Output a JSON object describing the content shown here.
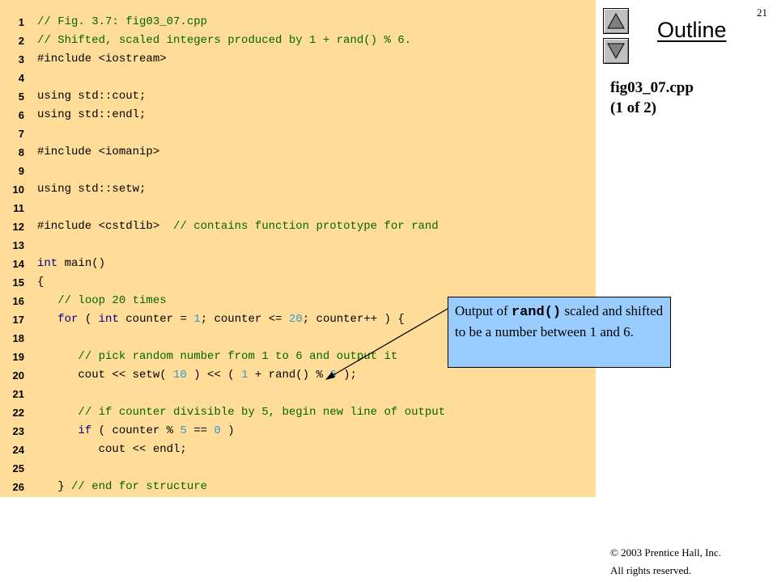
{
  "slide_number": "21",
  "outline": {
    "title": "Outline"
  },
  "file_label": {
    "line1": "fig03_07.cpp",
    "line2": "(1 of 2)"
  },
  "callout": {
    "prefix": "Output of ",
    "code": "rand()",
    "suffix": " scaled and shifted to be a number between 1 and 6."
  },
  "copyright": {
    "line1": "© 2003 Prentice Hall, Inc.",
    "line2": "All rights reserved."
  },
  "code_lines": [
    {
      "n": "1",
      "text": "// Fig. 3.7: fig03_07.cpp"
    },
    {
      "n": "2",
      "text": "// Shifted, scaled integers produced by 1 + rand() % 6."
    },
    {
      "n": "3",
      "text": "#include <iostream>"
    },
    {
      "n": "4",
      "text": ""
    },
    {
      "n": "5",
      "text": "using std::cout;"
    },
    {
      "n": "6",
      "text": "using std::endl;"
    },
    {
      "n": "7",
      "text": ""
    },
    {
      "n": "8",
      "text": "#include <iomanip>"
    },
    {
      "n": "9",
      "text": ""
    },
    {
      "n": "10",
      "text": "using std::setw;"
    },
    {
      "n": "11",
      "text": ""
    },
    {
      "n": "12",
      "text": "#include <cstdlib>  // contains function prototype for rand"
    },
    {
      "n": "13",
      "text": ""
    },
    {
      "n": "14",
      "text": "int main()"
    },
    {
      "n": "15",
      "text": "{"
    },
    {
      "n": "16",
      "text": "   // loop 20 times"
    },
    {
      "n": "17",
      "text": "   for ( int counter = 1; counter <= 20; counter++ ) {"
    },
    {
      "n": "18",
      "text": ""
    },
    {
      "n": "19",
      "text": "      // pick random number from 1 to 6 and output it"
    },
    {
      "n": "20",
      "text": "      cout << setw( 10 ) << ( 1 + rand() % 6 );"
    },
    {
      "n": "21",
      "text": ""
    },
    {
      "n": "22",
      "text": "      // if counter divisible by 5, begin new line of output"
    },
    {
      "n": "23",
      "text": "      if ( counter % 5 == 0 )"
    },
    {
      "n": "24",
      "text": "         cout << endl;"
    },
    {
      "n": "25",
      "text": ""
    },
    {
      "n": "26",
      "text": "   } // end for structure"
    }
  ],
  "colors": {
    "code_background": "#ffdd99",
    "comment": "#006600",
    "keyword": "#000080",
    "number": "#3399cc",
    "callout_background": "#99ccff"
  },
  "icons": {
    "prev": "triangle-up-icon",
    "next": "triangle-down-icon"
  }
}
